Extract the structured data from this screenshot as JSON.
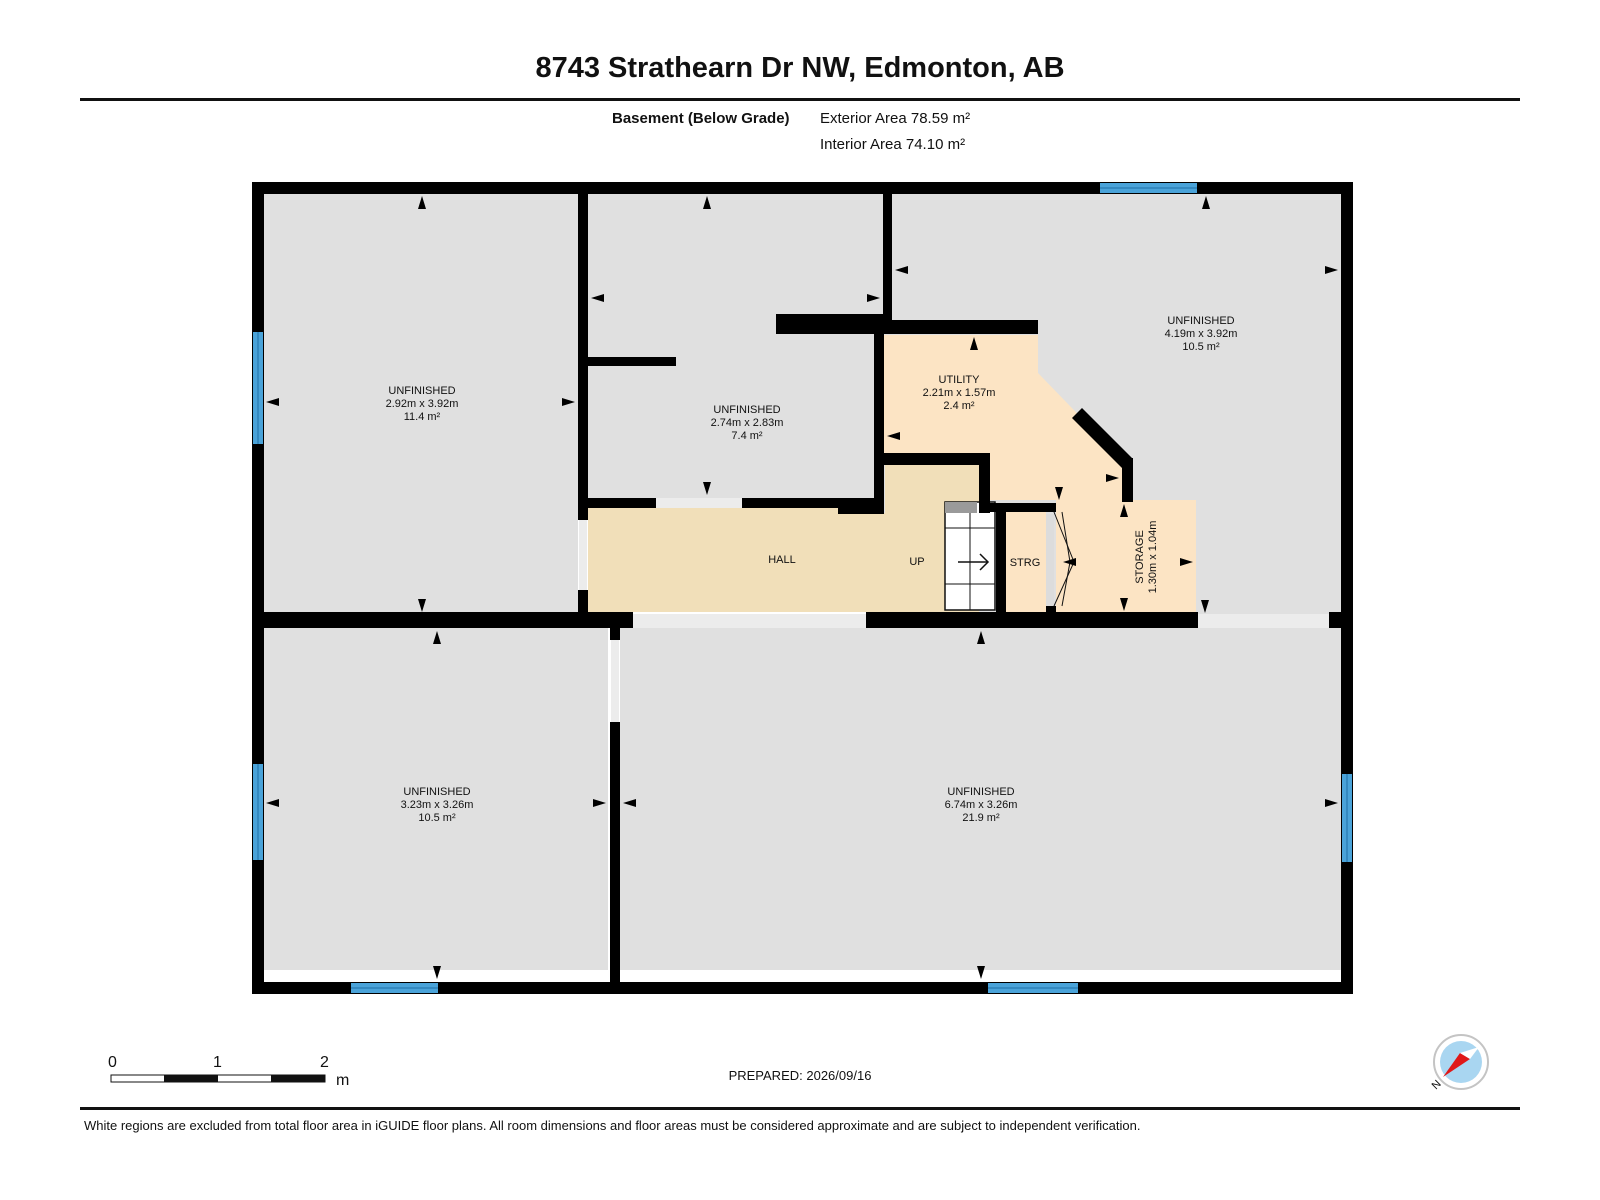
{
  "header": {
    "title": "8743 Strathearn Dr NW, Edmonton, AB",
    "floor_label": "Basement (Below Grade)",
    "exterior_area": "Exterior Area 78.59 m²",
    "interior_area": "Interior Area 74.10 m²"
  },
  "rooms": {
    "r1": {
      "name": "UNFINISHED",
      "dims": "2.92m x 3.92m",
      "area": "11.4 m²"
    },
    "r2": {
      "name": "UNFINISHED",
      "dims": "2.74m x 2.83m",
      "area": "7.4 m²"
    },
    "r3": {
      "name": "UNFINISHED",
      "dims": "4.19m x 3.92m",
      "area": "10.5 m²"
    },
    "utility": {
      "name": "UTILITY",
      "dims": "2.21m x 1.57m",
      "area": "2.4 m²"
    },
    "hall": {
      "name": "HALL"
    },
    "stairs": {
      "name": "UP"
    },
    "strg": {
      "name": "STRG"
    },
    "storage": {
      "name": "STORAGE",
      "dims": "1.30m x 1.04m"
    },
    "r4": {
      "name": "UNFINISHED",
      "dims": "3.23m x 3.26m",
      "area": "10.5 m²"
    },
    "r5": {
      "name": "UNFINISHED",
      "dims": "6.74m x 3.26m",
      "area": "21.9 m²"
    }
  },
  "scale_bar": {
    "labels": [
      "0",
      "1",
      "2"
    ],
    "unit": "m"
  },
  "compass": {
    "label": "N",
    "icon": "compass-icon"
  },
  "footer": {
    "prepared": "PREPARED: 2026/09/16",
    "disclaimer": "White regions are excluded from total floor area in iGUIDE floor plans. All room dimensions and floor areas must be considered approximate and are subject to independent verification."
  },
  "colors": {
    "room_fill": "#e0e0e0",
    "utility_fill": "#fce4c4",
    "hall_fill": "#f1dfb9",
    "wall": "#000000",
    "window": "#4aa3d9"
  }
}
